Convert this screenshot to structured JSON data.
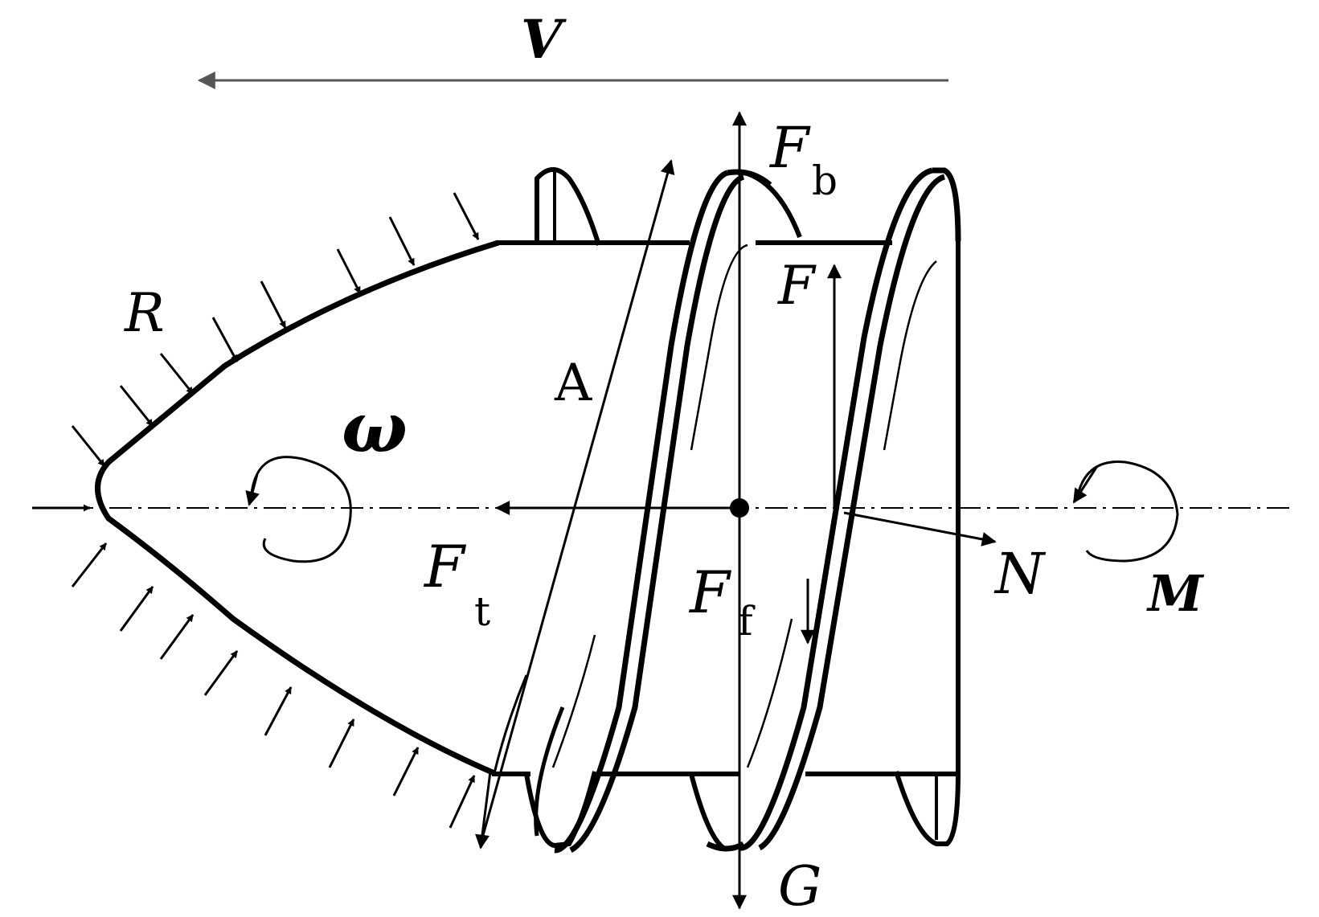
{
  "labels": {
    "velocity": "V",
    "buoyancy_main": "F",
    "buoyancy_sub": "b",
    "thread_force": "F",
    "resistance": "R",
    "point_a": "A",
    "angular_velocity": "ω",
    "thrust_main": "F",
    "thrust_sub": "t",
    "friction_main": "F",
    "friction_sub": "f",
    "normal_force": "N",
    "moment": "M",
    "gravity": "G"
  },
  "colors": {
    "stroke": "#000000",
    "velocity_arrow": "#555555",
    "background": "#ffffff"
  }
}
